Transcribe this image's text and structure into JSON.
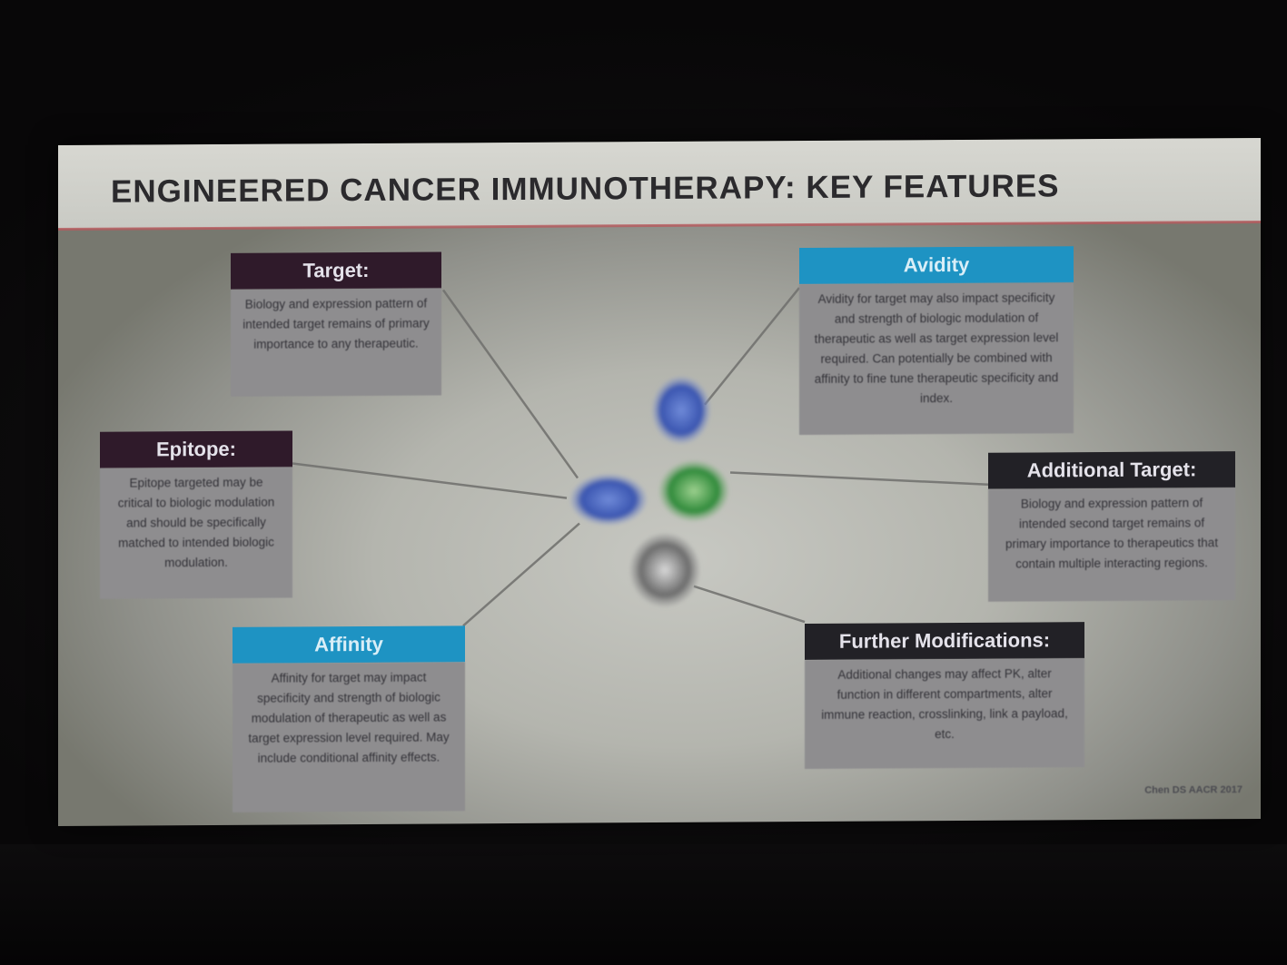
{
  "slide": {
    "title": "ENGINEERED CANCER IMMUNOTHERAPY: KEY FEATURES",
    "credit": "Chen DS AACR 2017",
    "accent_colors": {
      "header_dark": "#2f1a2a",
      "header_blue": "#1e93c3",
      "header_black": "#222126",
      "rule": "#b85a5e"
    }
  },
  "boxes": {
    "target": {
      "title": "Target:",
      "text": "Biology and expression pattern of intended target remains of primary importance to any therapeutic."
    },
    "epitope": {
      "title": "Epitope:",
      "text": "Epitope targeted may be critical to biologic modulation and should be specifically matched to intended biologic modulation."
    },
    "affinity": {
      "title": "Affinity",
      "text": "Affinity for target may impact specificity and strength of biologic modulation of therapeutic as well as target expression level required. May include conditional affinity effects."
    },
    "avidity": {
      "title": "Avidity",
      "text": "Avidity for target may also impact specificity and strength of biologic modulation of therapeutic as well as target expression level required. Can potentially be combined with affinity to fine tune therapeutic specificity and index."
    },
    "additional_target": {
      "title": "Additional Target:",
      "text": "Biology and expression pattern of intended second target remains of primary importance to therapeutics that contain multiple interacting regions."
    },
    "further_modifications": {
      "title": "Further Modifications:",
      "text": "Additional changes may affect PK, alter function in different compartments, alter immune reaction, crosslinking, link a payload, etc."
    }
  }
}
